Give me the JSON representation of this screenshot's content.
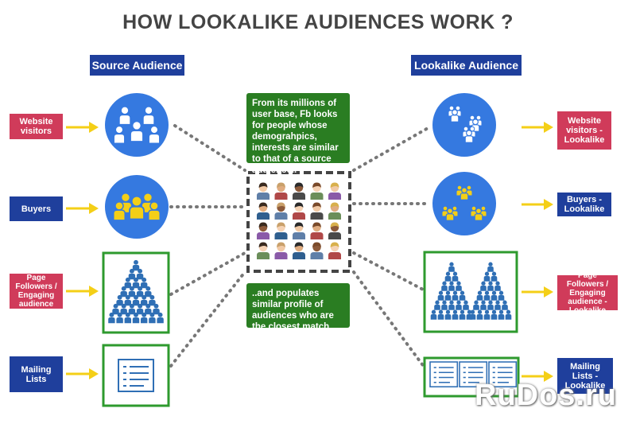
{
  "title": "HOW LOOKALIKE AUDIENCES WORK ?",
  "headers": {
    "source": "Source Audience",
    "lookalike": "Lookalike Audience"
  },
  "notes": {
    "top": "From its millions of user base, Fb  looks for people whose demograhpics, interests are similar to that of a source audience..",
    "bottom": "..and populates similar profile of audiences who are the closest match"
  },
  "left_items": [
    {
      "label": "Website visitors",
      "color": "#d03b5a",
      "icon": "group-icon"
    },
    {
      "label": "Buyers",
      "color": "#1f3f9c",
      "icon": "group-gold-icon"
    },
    {
      "label": "Page Followers / Engaging audience",
      "color": "#d03b5a",
      "icon": "pyramid-people-icon"
    },
    {
      "label": "Mailing Lists",
      "color": "#1f3f9c",
      "icon": "document-list-icon"
    }
  ],
  "right_items": [
    {
      "label": "Website visitors - Lookalike",
      "color": "#d03b5a",
      "icon": "multi-group-icon"
    },
    {
      "label": "Buyers - Lookalike",
      "color": "#1f3f9c",
      "icon": "multi-group-gold-icon"
    },
    {
      "label": "Page Followers / Engaging audience - Lookalike",
      "color": "#d03b5a",
      "icon": "double-pyramid-icon"
    },
    {
      "label": "Mailing Lists - Lookalike",
      "color": "#1f3f9c",
      "icon": "triple-document-icon"
    }
  ],
  "colors": {
    "header_blue": "#1f3f9c",
    "circle_blue": "#3579e0",
    "green_border": "#2e9a2e",
    "arrow_yellow": "#f4cf17",
    "note_green": "#2a7d22",
    "title_gray": "#444444"
  },
  "watermark": "RuDos.ru"
}
